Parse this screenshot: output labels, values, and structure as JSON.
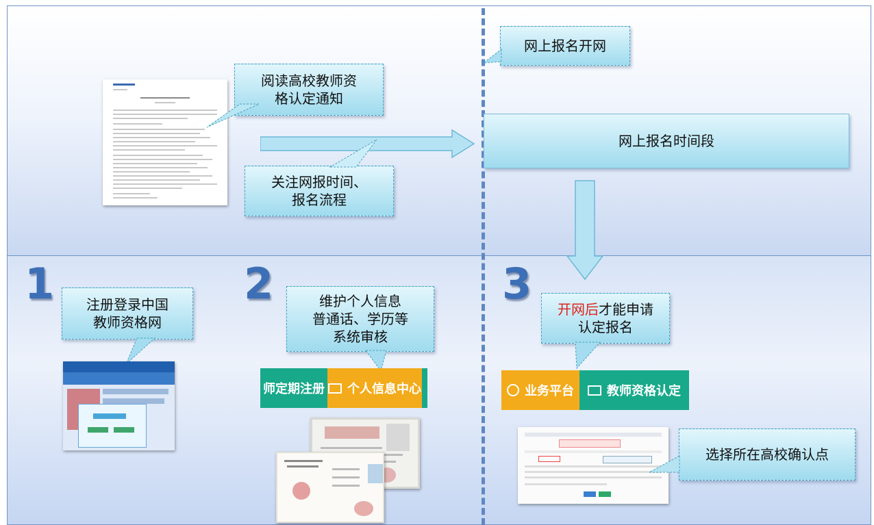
{
  "top": {
    "notice_callout": "阅读高校教师资格认定通知",
    "notice_callout_lines": [
      "阅读高校教师资",
      "格认定通知"
    ],
    "follow_callout_lines": [
      "关注网报时间、",
      "报名流程"
    ],
    "open_callout": "网上报名开网",
    "period_box": "网上报名时间段"
  },
  "steps": {
    "step1": {
      "number": "1",
      "callout_lines": [
        "注册登录中国",
        "教师资格网"
      ]
    },
    "step2": {
      "number": "2",
      "callout_lines": [
        "维护个人信息",
        "普通话、学历等",
        "系统审核"
      ],
      "button_left": "师定期注册",
      "button_right": "个人信息中心"
    },
    "step3": {
      "number": "3",
      "callout_red": "开网后",
      "callout_rest": "才能申请",
      "callout_line2": "认定报名",
      "button_left": "业务平台",
      "button_right": "教师资格认定",
      "select_callout": "选择所在高校确认点"
    }
  },
  "colors": {
    "green": "#18a98a",
    "orange": "#f3ab1b",
    "divider": "#5f87c2",
    "callout_border": "#4aa3c3",
    "accent_red": "#e0231a"
  }
}
